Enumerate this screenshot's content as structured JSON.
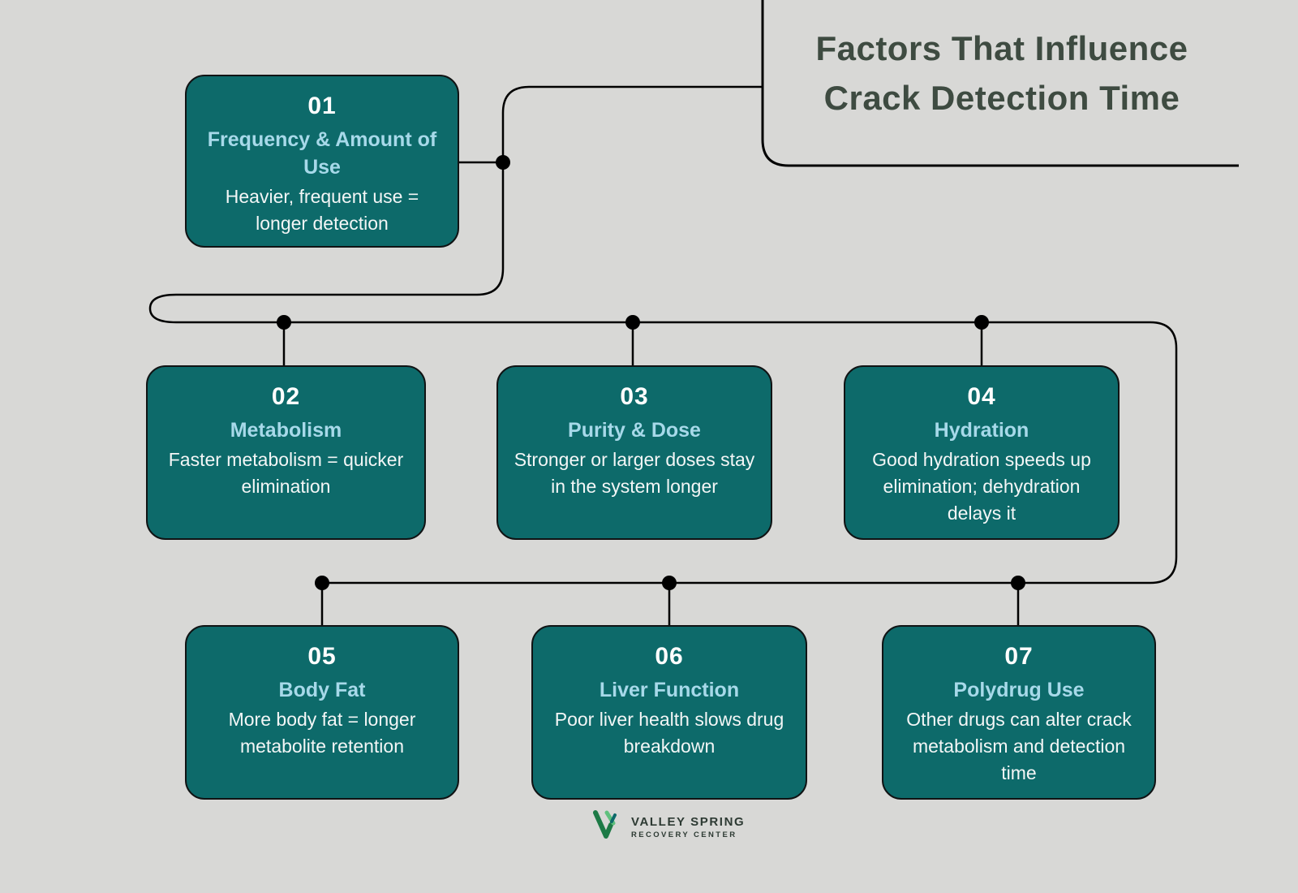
{
  "title": "Factors That Influence Crack Detection Time",
  "colors": {
    "background": "#d8d8d6",
    "box_fill": "#0d6a6a",
    "heading_accent": "#a7d9e9",
    "title_text": "#3e4b41",
    "connector_line": "#000000",
    "logo_green": "#2e9e4f"
  },
  "boxes": [
    {
      "number": "01",
      "heading": "Frequency & Amount of Use",
      "body": "Heavier, frequent use = longer detection"
    },
    {
      "number": "02",
      "heading": "Metabolism",
      "body": "Faster metabolism = quicker elimination"
    },
    {
      "number": "03",
      "heading": "Purity & Dose",
      "body": "Stronger or larger doses stay in the system longer"
    },
    {
      "number": "04",
      "heading": "Hydration",
      "body": "Good hydration speeds up elimination; dehydration delays it"
    },
    {
      "number": "05",
      "heading": "Body Fat",
      "body": "More body fat = longer metabolite retention"
    },
    {
      "number": "06",
      "heading": "Liver Function",
      "body": "Poor liver health slows drug breakdown"
    },
    {
      "number": "07",
      "heading": "Polydrug Use",
      "body": "Other drugs can alter crack metabolism and detection time"
    }
  ],
  "logo": {
    "name": "VALLEY SPRING",
    "subtitle": "RECOVERY CENTER"
  }
}
